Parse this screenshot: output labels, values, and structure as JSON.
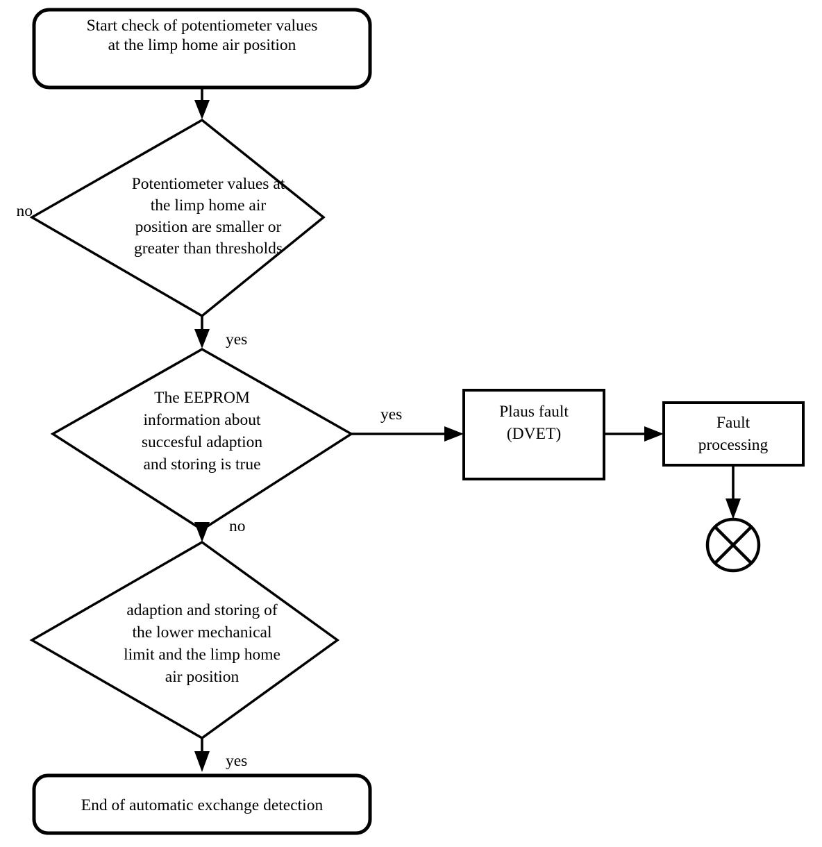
{
  "diagram": {
    "title": "Automatic exchange detection flowchart",
    "colors": {
      "background": "#ffffff",
      "stroke": "#000000",
      "fill": "#ffffff"
    },
    "nodes": {
      "start": {
        "type": "rounded-rectangle",
        "lines": [
          "Start check of potentiometer values",
          "at the limp home air position"
        ]
      },
      "decision_pot_values": {
        "type": "diamond",
        "lines": [
          "Potentiometer values at",
          "the limp home air",
          "position are smaller or",
          "greater than thresholds"
        ]
      },
      "decision_eeprom": {
        "type": "diamond",
        "lines": [
          "The EEPROM",
          "information about",
          "succesful adaption",
          "and storing is true"
        ]
      },
      "decision_adaption": {
        "type": "diamond",
        "lines": [
          "adaption and storing of",
          "the lower mechanical",
          "limit and the limp home",
          "air position"
        ]
      },
      "plaus_fault": {
        "type": "rectangle",
        "lines": [
          "Plaus fault",
          "(DVET)"
        ]
      },
      "fault_processing": {
        "type": "rectangle",
        "lines": [
          "Fault",
          "processing"
        ]
      },
      "end": {
        "type": "rounded-rectangle",
        "lines": [
          "End of automatic exchange detection"
        ]
      },
      "terminator": {
        "type": "circle-cross",
        "lines": []
      }
    },
    "edge_labels": {
      "pot_values_no": "no",
      "pot_values_yes": "yes",
      "eeprom_yes": "yes",
      "eeprom_no": "no",
      "adaption_yes": "yes"
    }
  }
}
